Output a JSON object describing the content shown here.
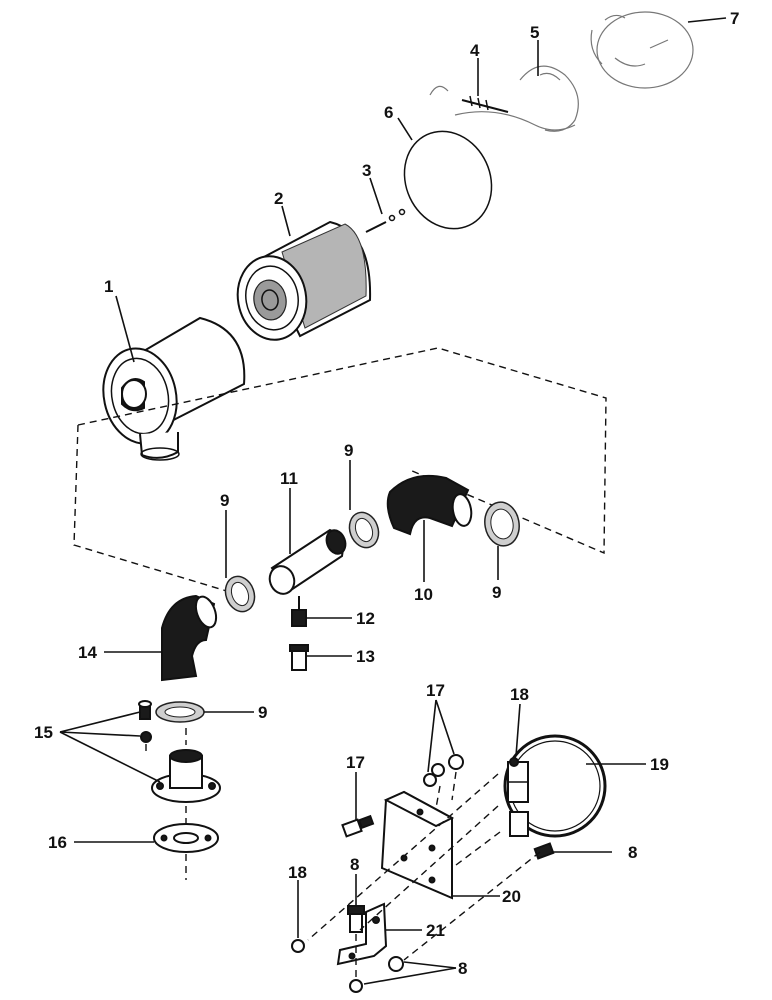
{
  "callouts": {
    "c1": "1",
    "c2": "2",
    "c3": "3",
    "c4": "4",
    "c5": "5",
    "c6": "6",
    "c7": "7",
    "c8a": "8",
    "c8b": "8",
    "c8c": "8",
    "c9a": "9",
    "c9b": "9",
    "c9c": "9",
    "c9d": "9",
    "c10": "10",
    "c11": "11",
    "c12": "12",
    "c13": "13",
    "c14": "14",
    "c15": "15",
    "c16": "16",
    "c17a": "17",
    "c17b": "17",
    "c18a": "18",
    "c18b": "18",
    "c19": "19",
    "c20": "20",
    "c21": "21"
  }
}
